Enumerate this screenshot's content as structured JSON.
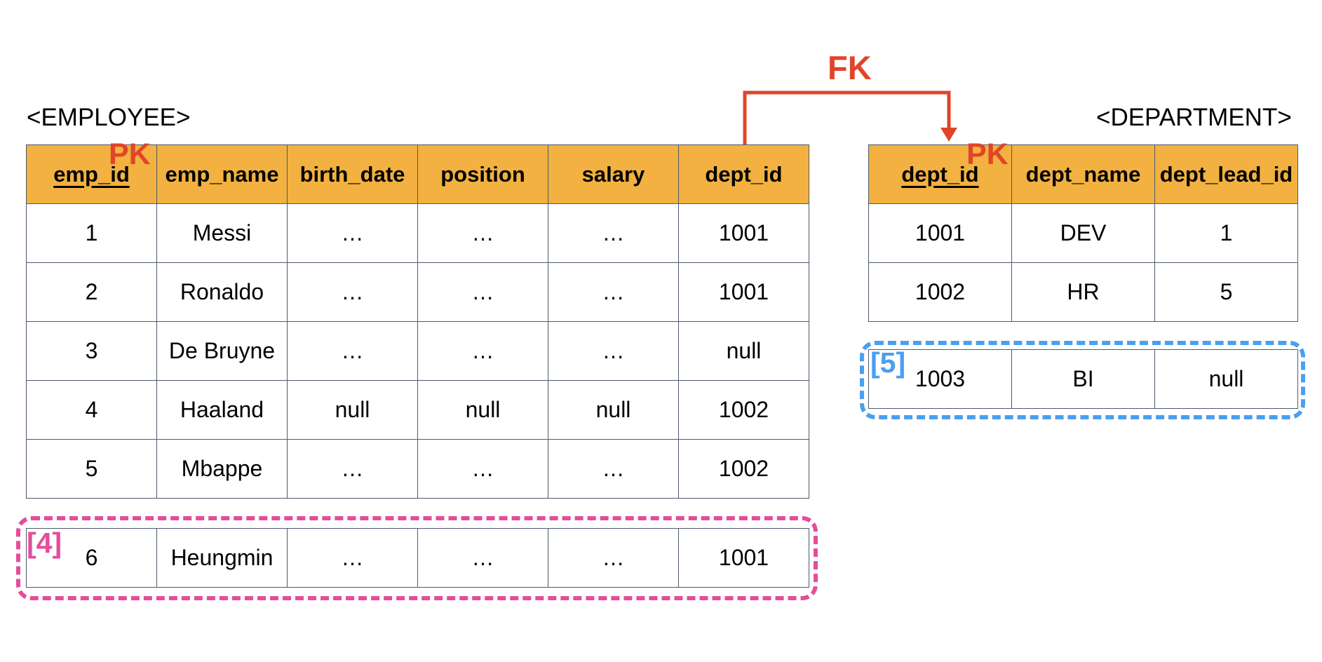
{
  "employee": {
    "caption": "<EMPLOYEE>",
    "columns": [
      "emp_id",
      "emp_name",
      "birth_date",
      "position",
      "salary",
      "dept_id"
    ],
    "rows": [
      [
        "1",
        "Messi",
        "…",
        "…",
        "…",
        "1001"
      ],
      [
        "2",
        "Ronaldo",
        "…",
        "…",
        "…",
        "1001"
      ],
      [
        "3",
        "De Bruyne",
        "…",
        "…",
        "…",
        "null"
      ],
      [
        "4",
        "Haaland",
        "null",
        "null",
        "null",
        "1002"
      ],
      [
        "5",
        "Mbappe",
        "…",
        "…",
        "…",
        "1002"
      ]
    ],
    "new_row": [
      "6",
      "Heungmin",
      "…",
      "…",
      "…",
      "1001"
    ],
    "pk_label": "PK",
    "new_row_tag": "[4]"
  },
  "department": {
    "caption": "<DEPARTMENT>",
    "columns": [
      "dept_id",
      "dept_name",
      "dept_lead_id"
    ],
    "rows": [
      [
        "1001",
        "DEV",
        "1"
      ],
      [
        "1002",
        "HR",
        "5"
      ]
    ],
    "new_row": [
      "1003",
      "BI",
      "null"
    ],
    "pk_label": "PK",
    "new_row_tag": "[5]"
  },
  "fk_label": "FK",
  "colors": {
    "header_fill": "#f2b140",
    "key_label": "#e0452a",
    "employee_highlight": "#e44d9b",
    "department_highlight": "#4a9ff0",
    "border": "#4d5a6b"
  }
}
